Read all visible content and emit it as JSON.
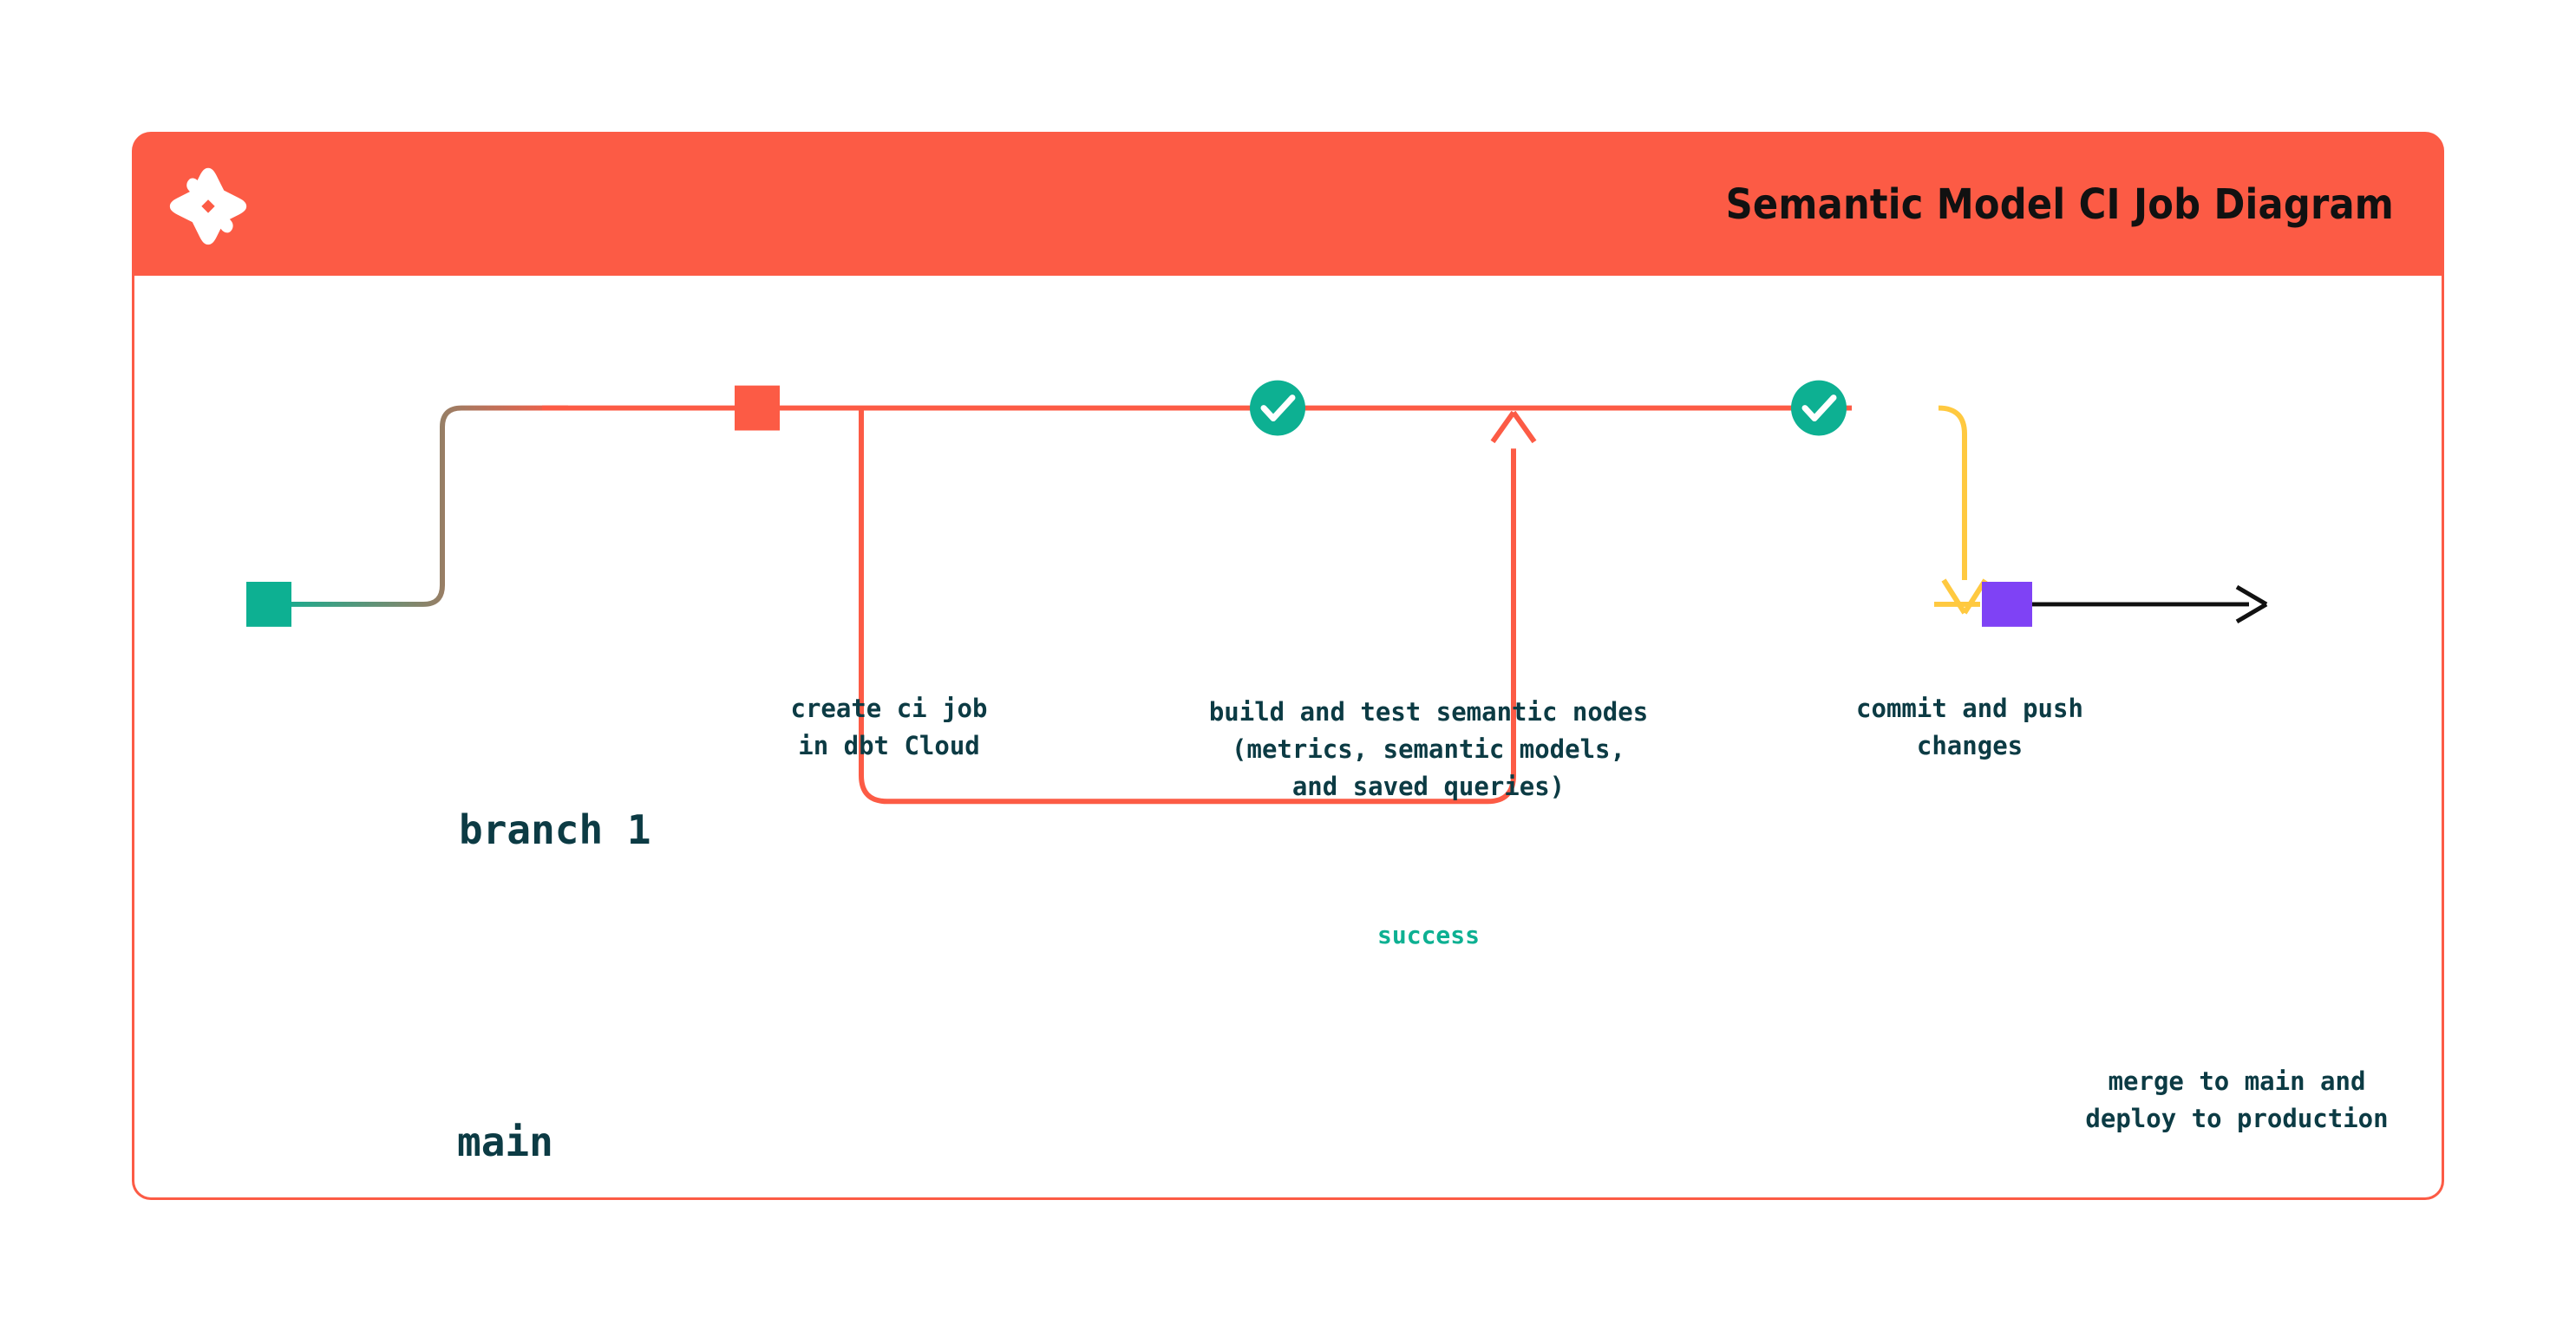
{
  "card": {
    "header": {
      "title": "Semantic Model CI Job Diagram",
      "logo_icon": "dbt-logo-icon",
      "background_color": "#FC5B45"
    },
    "border_color": "#FC5B45"
  },
  "diagram": {
    "type": "git-branch-flow",
    "lanes": [
      {
        "id": "branch1",
        "label": "branch 1",
        "line_color": "#FC5B45"
      },
      {
        "id": "main",
        "label": "main",
        "line_color": "#0DB092"
      }
    ],
    "nodes": [
      {
        "id": "create-ci-job",
        "lane": "branch1",
        "marker": "square",
        "color": "#FC5B45",
        "caption": "create ci job\nin dbt Cloud"
      },
      {
        "id": "build-and-test",
        "lane": "branch1",
        "marker": "check-circle",
        "color": "#0DB092",
        "caption": "build and test semantic nodes\n(metrics, semantic models,\nand saved queries)"
      },
      {
        "id": "commit-and-push",
        "lane": "branch1",
        "marker": "check-circle",
        "color": "#0DB092",
        "caption": "commit and push\nchanges"
      },
      {
        "id": "merge-to-main",
        "lane": "main",
        "marker": "square",
        "color": "#7F42F5",
        "caption": "merge to main and\ndeploy to production"
      }
    ],
    "edges": [
      {
        "id": "retry-loop",
        "label": "success",
        "label_color": "#0DB092",
        "color": "#FC5B45"
      },
      {
        "id": "merge-edge",
        "color": "#FFC940"
      },
      {
        "id": "main-continue",
        "color": "#111111"
      }
    ],
    "colors": {
      "orange": "#FC5B45",
      "green": "#0DB092",
      "yellow": "#FFC940",
      "purple": "#7F42F5",
      "ink": "#0C3B44",
      "black": "#111111"
    }
  }
}
